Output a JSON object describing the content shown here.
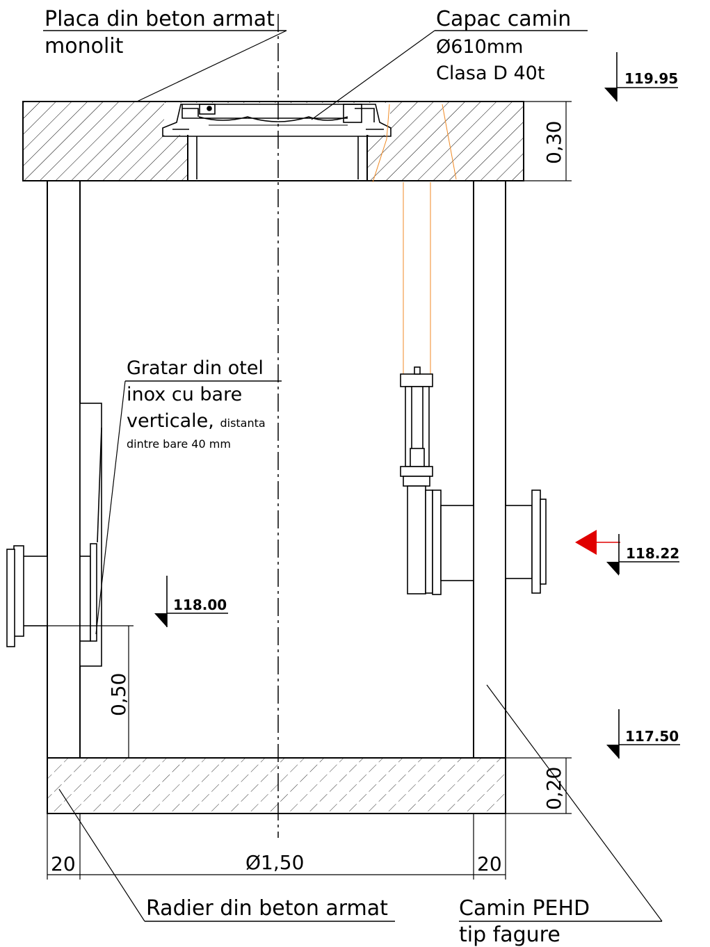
{
  "labels": {
    "slab_top": "Placa din beton armat",
    "slab_bottom": "monolit",
    "cover_1": "Capac camin",
    "cover_2": "Ø610mm",
    "cover_3": "Clasa D 40t",
    "grate_1": "Gratar din otel",
    "grate_2": "inox cu bare",
    "grate_3": "verticale,",
    "grate_3_small": "distanta",
    "grate_4": "dintre bare 40 mm",
    "raft": "Radier din beton armat",
    "chamber_1": "Camin PEHD",
    "chamber_2": "tip fagure"
  },
  "levels": {
    "top": "119.95",
    "inlet": "118.22",
    "outlet": "118.00",
    "bottom": "117.50"
  },
  "dimensions": {
    "slab_thickness": "0,30",
    "outlet_height": "0,50",
    "raft_thickness": "0,20",
    "wall_left": "20",
    "diameter": "Ø1,50",
    "wall_right": "20"
  },
  "colors": {
    "line": "#000000",
    "flow_arrow": "#e00000",
    "rod": "#f08a24"
  }
}
